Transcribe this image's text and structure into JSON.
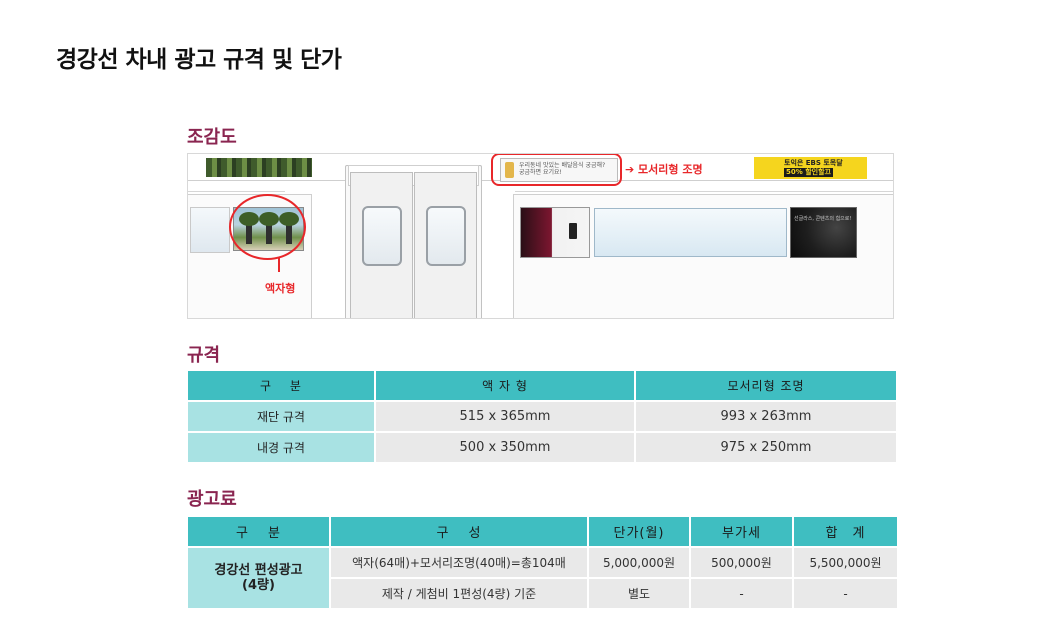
{
  "page": {
    "title": "경강선 차내 광고 규격 및 단가"
  },
  "overview": {
    "heading": "조감도",
    "illustration": {
      "callout_frame": "액자형",
      "callout_strip": "모서리형 조명",
      "strip_mid_text_1": "우리동네 맛있는 배달음식 궁금해?",
      "strip_mid_text_2": "궁금하면 요기요!",
      "strip_right_text": "토익은 EBS 토목달",
      "strip_right_badge": "50% 할인할끄",
      "frame_right_text": "선글라스, 콘텐츠의 힘으로!"
    }
  },
  "spec": {
    "heading": "규격",
    "columns": [
      "구　 분",
      "액 자 형",
      "모서리형 조명"
    ],
    "rows": [
      {
        "label": "재단 규격",
        "frame": "515 x 365mm",
        "strip": "993 x 263mm"
      },
      {
        "label": "내경 규격",
        "frame": "500 x 350mm",
        "strip": "975 x 250mm"
      }
    ]
  },
  "fee": {
    "heading": "광고료",
    "columns": [
      "구　 분",
      "구　 성",
      "단가(월)",
      "부가세",
      "합　계"
    ],
    "group_label_1": "경강선 편성광고",
    "group_label_2": "(4량)",
    "rows": [
      {
        "composition": "액자(64매)+모서리조명(40매)=총104매",
        "price": "5,000,000원",
        "vat": "500,000원",
        "total": "5,500,000원"
      },
      {
        "composition": "제작 / 게첨비 1편성(4량) 기준",
        "price": "별도",
        "vat": "-",
        "total": "-"
      }
    ]
  },
  "colors": {
    "header_teal": "#3fbec1",
    "rowhead_light_teal": "#a8e2e3",
    "cell_gray": "#e9e9e9",
    "heading_accent": "#8a2550",
    "callout_red": "#e8272a"
  }
}
